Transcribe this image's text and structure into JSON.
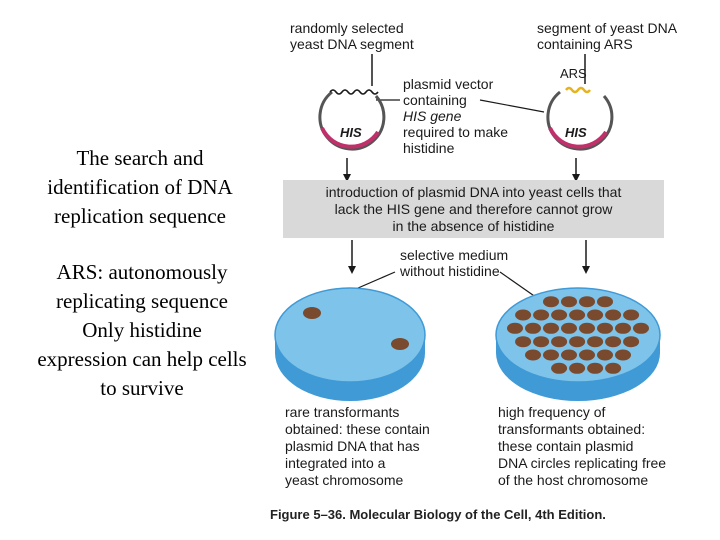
{
  "side": {
    "title_lines": [
      "The search and",
      "identification of DNA",
      "replication sequence"
    ],
    "notes_lines": [
      "ARS: autonomously",
      "replicating sequence",
      "Only histidine",
      "expression can help cells",
      "to survive"
    ]
  },
  "labels": {
    "random_segment": [
      "randomly selected",
      "yeast DNA segment"
    ],
    "ars_segment": [
      "segment of yeast DNA",
      "containing ARS"
    ],
    "plasmid_vector": [
      "plasmid vector",
      "containing",
      "HIS gene",
      "required to make",
      "histidine"
    ],
    "ars_tag": "ARS",
    "his_left": "HIS",
    "his_right": "HIS",
    "banner": [
      "introduction of plasmid DNA into yeast cells that",
      "lack the HIS gene and therefore cannot grow",
      "in the absence of histidine"
    ],
    "selective_medium": [
      "selective medium",
      "without histidine"
    ],
    "left_result": [
      "rare transformants",
      "obtained: these contain",
      "plasmid DNA that has",
      "integrated into a",
      "yeast chromosome"
    ],
    "right_result": [
      "high frequency of",
      "transformants obtained:",
      "these contain plasmid",
      "DNA circles replicating free",
      "of the host chromosome"
    ],
    "caption": "Figure 5–36. Molecular Biology of the Cell, 4th Edition."
  },
  "colors": {
    "dish_fill": "#7ec3ea",
    "dish_rim": "#3f9ad6",
    "colony": "#7a4a2e",
    "his_arc": "#c0306a",
    "ars_segment": "#e6b21e",
    "banner_bg": "#d9d9d9"
  }
}
